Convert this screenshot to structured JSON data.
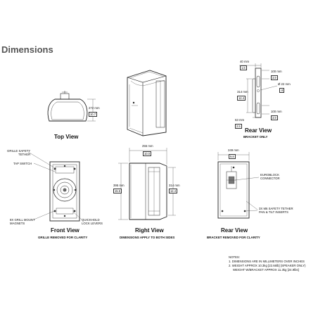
{
  "title": "Dimensions",
  "views": {
    "top": {
      "title": "Top View",
      "dim_mm": "272 mm",
      "dim_in": "10.7"
    },
    "iso": {},
    "rear_bracket": {
      "title": "Rear View",
      "subtitle": "BRACKET ONLY",
      "width_mm": "40 mm",
      "width_in": "1.6",
      "top_gap_mm": "100 mm",
      "top_gap_in": "3.9",
      "height_mm": "314 mm",
      "height_in": "12.4",
      "hole_mm": "Ø 22 mm",
      "hole_in": ".8",
      "bottom_gap_mm": "100 mm",
      "bottom_gap_in": "3.9",
      "bottom_mm": "63 mm",
      "bottom_in": "2.5"
    },
    "front": {
      "title": "Front View",
      "subtitle": "GRILLE REMOVED FOR CLARITY",
      "callouts": {
        "tether": "GRILLE SAFETY\nTETHER",
        "tap": "TAP SWITCH",
        "magnets": "8X GRILL MOUNT\nMAGNETS",
        "levers": "QUICKHOLD\nLOCK LEVERS"
      }
    },
    "right": {
      "title": "Right View",
      "subtitle": "DIMENSIONS APPLY TO BOTH SIDES",
      "depth_mm": "255 mm",
      "depth_in": "10.0",
      "height_mm": "395 mm",
      "height_in": "15.6",
      "bracket_mm": "314 mm",
      "bracket_in": "12.4"
    },
    "rear": {
      "title": "Rear View",
      "subtitle": "BRACKET REMOVED FOR CLARITY",
      "width_mm": "249 mm",
      "width_in": "9.8",
      "callouts": {
        "euroblock": "EUROBLOCK\nCONNECTOR",
        "tether": "3X M6 SAFETY TETHER\nPAN & TILT INSERTS"
      }
    }
  },
  "notes": {
    "heading": "NOTES:",
    "line1": "1. DIMENSIONS ARE IN MILLIMETERS OVER INCHES",
    "line2": "2. WEIGHT APPROX 10.3kg [22.66lb] (SPEAKER ONLY)",
    "line3": "WEIGHT W/BRACKET APPROX 11.3kg [24.9lbs]"
  }
}
